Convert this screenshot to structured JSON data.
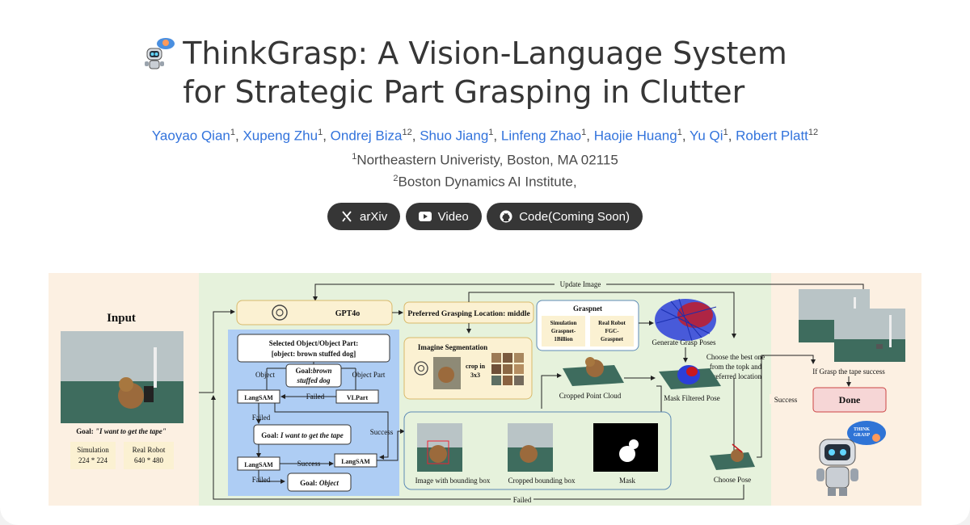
{
  "title": {
    "line1": "ThinkGrasp: A Vision-Language System",
    "line2": "for Strategic Part Grasping in Clutter"
  },
  "authors": [
    {
      "name": "Yaoyao Qian",
      "sup": "1"
    },
    {
      "name": "Xupeng Zhu",
      "sup": "1"
    },
    {
      "name": "Ondrej Biza",
      "sup": "12"
    },
    {
      "name": "Shuo Jiang",
      "sup": "1"
    },
    {
      "name": "Linfeng Zhao",
      "sup": "1"
    },
    {
      "name": "Haojie Huang",
      "sup": "1"
    },
    {
      "name": "Yu Qi",
      "sup": "1"
    },
    {
      "name": "Robert Platt",
      "sup": "12"
    }
  ],
  "affiliations": [
    {
      "sup": "1",
      "text": "Northeastern Univeristy, Boston, MA 02115"
    },
    {
      "sup": "2",
      "text": "Boston Dynamics AI Institute,"
    }
  ],
  "buttons": {
    "arxiv": "arXiv",
    "video": "Video",
    "code": "Code(Coming Soon)"
  },
  "figure": {
    "input_title": "Input",
    "goal_prefix": "Goal: ",
    "goal_text": "\"I want to get the tape\"",
    "sim_label": "Simulation",
    "sim_res": "224 * 224",
    "real_label": "Real Robot",
    "real_res": "640 * 480",
    "gpt": "GPT4o",
    "preferred": "Preferred Grasping Location: middle",
    "update_image": "Update Image",
    "selected_line1": "Selected Object/Object Part:",
    "selected_line2": "[object: brown stuffed dog]",
    "object_label": "Object",
    "object_part_label": "Object Part",
    "goal_brown_prefix": "Goal:",
    "goal_brown_italic": "brown",
    "goal_brown_line2": "stuffed dog",
    "langsam": "LangSAM",
    "vlpart": "VLPart",
    "failed": "Failed",
    "success": "Success",
    "goal_tape_prefix": "Goal: ",
    "goal_tape": "I want to get the tape",
    "goal_object_prefix": "Goal: ",
    "goal_object": "Object",
    "imagine_seg": "Imagine Segmentation",
    "crop_line1": "crop in",
    "crop_line2": "3x3",
    "graspnet": "Graspnet",
    "gn_sim1": "Simulation",
    "gn_sim2": "Graspnet-",
    "gn_sim3": "1Billion",
    "gn_real1": "Real Robot",
    "gn_real2": "FGC-",
    "gn_real3": "Graspnet",
    "cropped_point_cloud": "Cropped Point Cloud",
    "generate_grasp": "Generate Grasp Poses",
    "choose_best1": "Choose the best one",
    "choose_best2": "from the topk and",
    "choose_best3": "preferred location",
    "mask_filtered": "Mask Filtered Pose",
    "choose_pose": "Choose Pose",
    "img_bbox": "Image with bounding  box",
    "cropped_bbox": "Cropped bounding box",
    "mask": "Mask",
    "if_grasp": "If Grasp the tape success",
    "done": "Done",
    "robot_badge1": "THINK",
    "robot_badge2": "GRASP",
    "colors": {
      "input_bg": "#fcf0e2",
      "middle_bg": "#e6f2dc",
      "blue_panel": "#aecdf4",
      "yellow_box": "#fbf1d2",
      "done_bg": "#f6d6d6"
    }
  }
}
